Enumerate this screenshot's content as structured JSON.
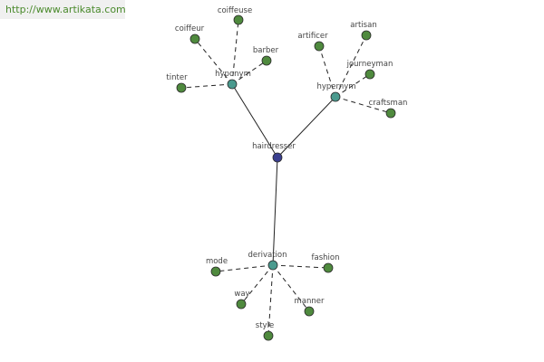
{
  "header": {
    "url": "http://www.artikata.com"
  },
  "colors": {
    "root": "#3a3f8f",
    "hub": "#4a9a8e",
    "leaf": "#4f8a3e",
    "banner_text": "#4a8a2c"
  },
  "graph": {
    "root": {
      "id": "hairdresser",
      "label": "hairdresser"
    },
    "hubs": [
      {
        "id": "hyponym",
        "label": "hyponym",
        "leaves": [
          "coiffeuse",
          "coiffeur",
          "barber",
          "tinter"
        ]
      },
      {
        "id": "hypernym",
        "label": "hypernym",
        "leaves": [
          "artificer",
          "artisan",
          "journeyman",
          "craftsman"
        ]
      },
      {
        "id": "derivation",
        "label": "derivation",
        "leaves": [
          "mode",
          "fashion",
          "way",
          "manner",
          "style"
        ]
      }
    ]
  }
}
